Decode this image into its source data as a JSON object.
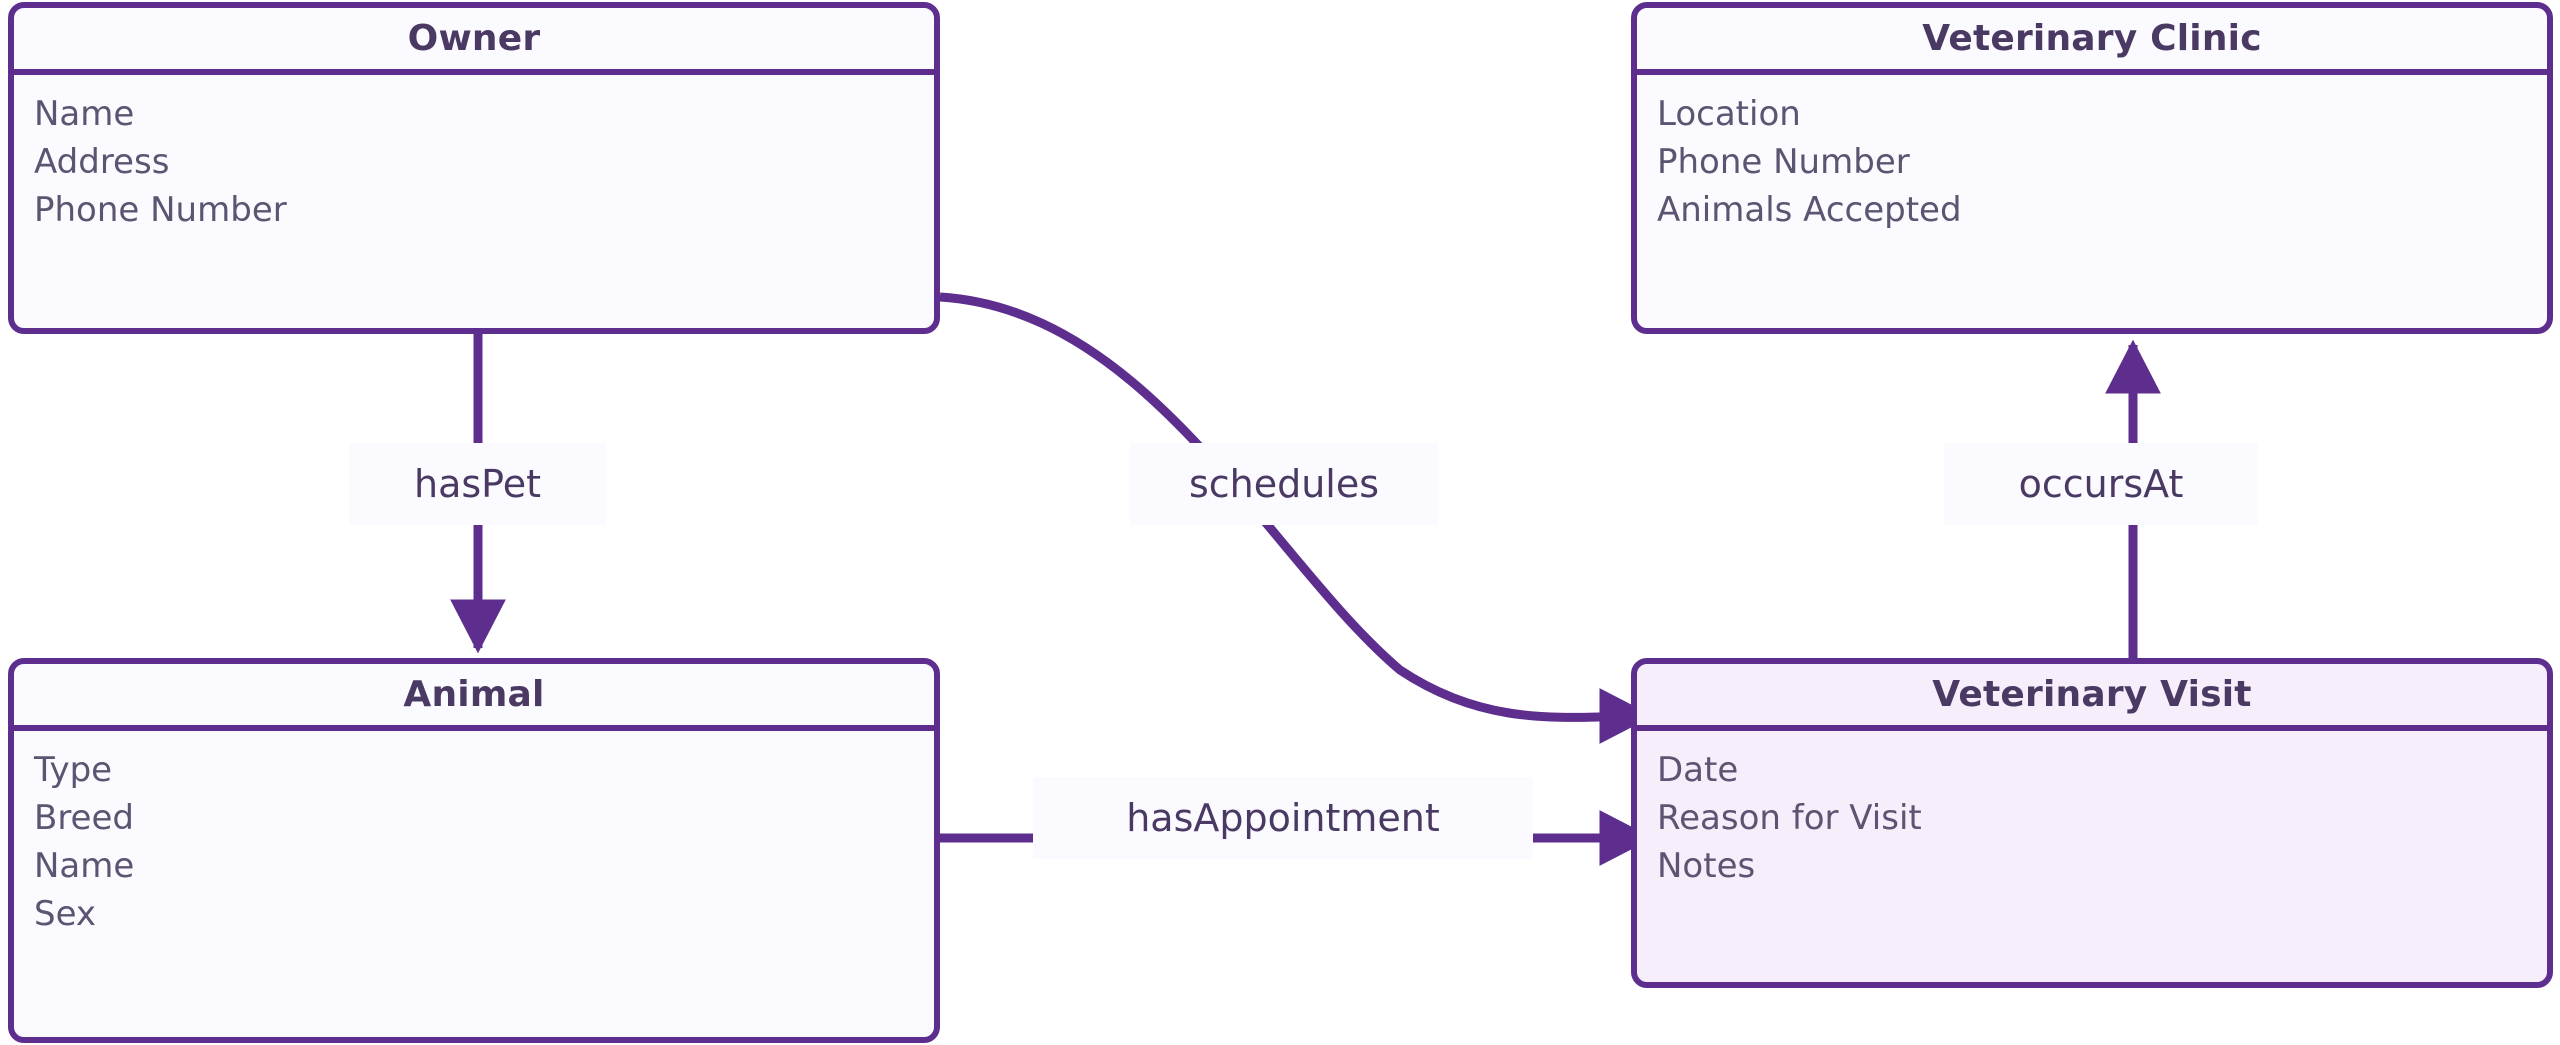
{
  "diagram": {
    "type": "entity-relationship-diagram",
    "accent_color": "#5e2e8f",
    "entity_fill": "#fafaff",
    "highlight_fill": "#f6eefb",
    "title_color": "#4a3a63",
    "attribute_color": "#5c5470",
    "entities": [
      {
        "id": "owner",
        "title": "Owner",
        "attributes": [
          "Name",
          "Address",
          "Phone Number"
        ],
        "highlighted": false
      },
      {
        "id": "veterinary-clinic",
        "title": "Veterinary Clinic",
        "attributes": [
          "Location",
          "Phone Number",
          "Animals Accepted"
        ],
        "highlighted": false
      },
      {
        "id": "animal",
        "title": "Animal",
        "attributes": [
          "Type",
          "Breed",
          "Name",
          "Sex"
        ],
        "highlighted": false
      },
      {
        "id": "veterinary-visit",
        "title": "Veterinary Visit",
        "attributes": [
          "Date",
          "Reason for Visit",
          "Notes"
        ],
        "highlighted": true
      }
    ],
    "relationships": [
      {
        "id": "haspet",
        "label": "hasPet",
        "from": "owner",
        "to": "animal",
        "direction": "down"
      },
      {
        "id": "schedules",
        "label": "schedules",
        "from": "owner",
        "to": "veterinary-visit",
        "direction": "curve-right-down"
      },
      {
        "id": "occursat",
        "label": "occursAt",
        "from": "veterinary-visit",
        "to": "veterinary-clinic",
        "direction": "up"
      },
      {
        "id": "hasappointment",
        "label": "hasAppointment",
        "from": "animal",
        "to": "veterinary-visit",
        "direction": "right"
      }
    ]
  }
}
